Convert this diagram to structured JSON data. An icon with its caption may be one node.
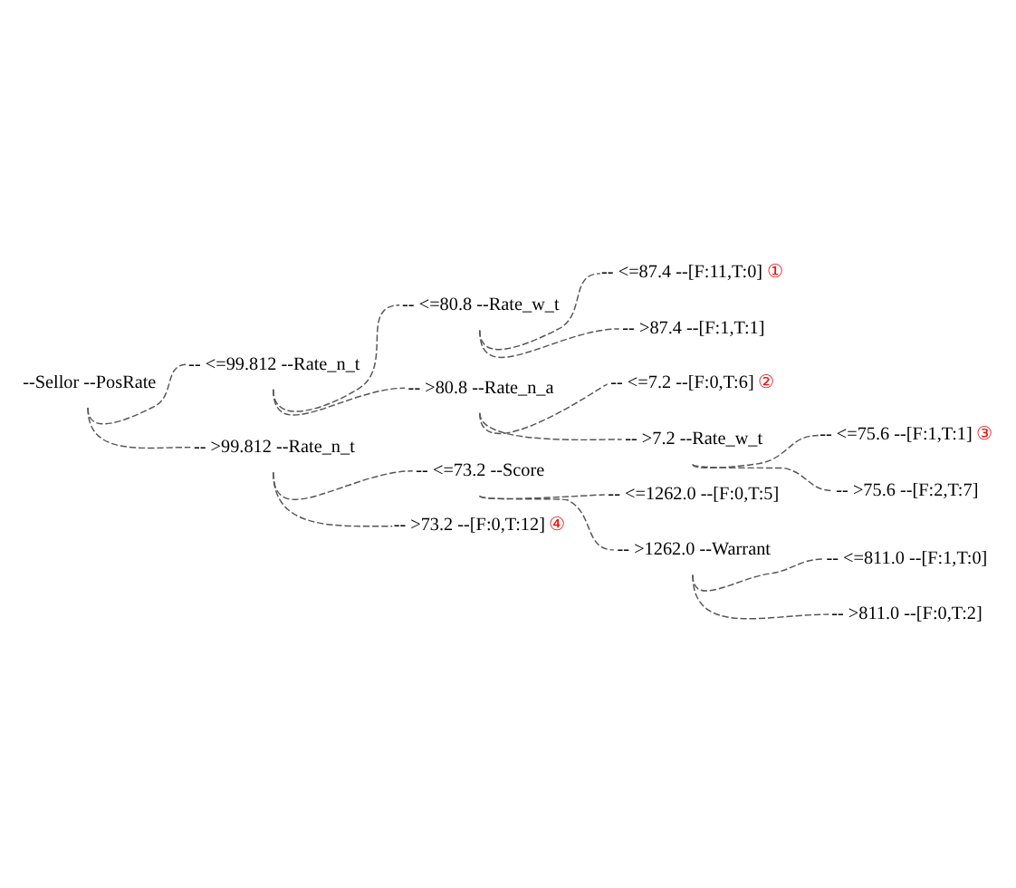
{
  "diagram": {
    "nodes": [
      {
        "text": [
          "--Sellor --PosRate"
        ]
      },
      {
        "text": [
          "-- <=99.812 --Rate_n_t"
        ]
      },
      {
        "text": [
          "-- <=80.8 --Rate_w_t"
        ]
      },
      {
        "text": [
          "-- <=87.4 --[F:11,T:0]"
        ],
        "beside": [
          "①"
        ]
      },
      {
        "text": [
          "-- >87.4 --[F:1,T:1]"
        ]
      },
      {
        "text": [
          "-- >80.8 --Rate_n_a"
        ]
      },
      {
        "text": [
          "-- <=7.2 --[F:0,T:6]"
        ],
        "beside": [
          "②"
        ]
      },
      {
        "text": [
          "-- >7.2 --Rate_w_t"
        ]
      },
      {
        "text": [
          "-- <=75.6 --[F:1,T:1]"
        ],
        "beside": [
          "③"
        ]
      },
      {
        "text": [
          "-- >75.6 --[F:2,T:7]"
        ]
      },
      {
        "text": [
          "-- >99.812 --Rate_n_t"
        ]
      },
      {
        "text": [
          "-- <=73.2 --Score"
        ]
      },
      {
        "text": [
          "-- <=1262.0 --[F:0,T:5]"
        ]
      },
      {
        "text": [
          "-- >1262.0 --Warrant"
        ]
      },
      {
        "text": [
          "-- <=811.0 --[F:1,T:0]"
        ]
      },
      {
        "text": [
          "-- >811.0 --[F:0,T:2]"
        ]
      },
      {
        "text": [
          "-- >73.2 --[F:0,T:12]"
        ],
        "beside": [
          "④"
        ]
      }
    ],
    "edges": [
      {
        "from": 0,
        "to": 1,
        "arrow": "none",
        "style": "dashed"
      },
      {
        "from": 1,
        "to": 2,
        "arrow": "none",
        "style": "dashed"
      },
      {
        "from": 2,
        "to": 3,
        "arrow": "none",
        "style": "dashed"
      },
      {
        "from": 2,
        "to": 4,
        "arrow": "none",
        "style": "dashed"
      },
      {
        "from": 1,
        "to": 5,
        "arrow": "none",
        "style": "dashed"
      },
      {
        "from": 5,
        "to": 6,
        "arrow": "none",
        "style": "dashed"
      },
      {
        "from": 5,
        "to": 7,
        "arrow": "none",
        "style": "dashed"
      },
      {
        "from": 7,
        "to": 8,
        "arrow": "none",
        "style": "dashed"
      },
      {
        "from": 7,
        "to": 9,
        "arrow": "none",
        "style": "dashed"
      },
      {
        "from": 0,
        "to": 10,
        "arrow": "none",
        "style": "dashed"
      },
      {
        "from": 10,
        "to": 11,
        "arrow": "none",
        "style": "dashed"
      },
      {
        "from": 11,
        "to": 12,
        "arrow": "none",
        "style": "dashed"
      },
      {
        "from": 11,
        "to": 13,
        "arrow": "none",
        "style": "dashed"
      },
      {
        "from": 13,
        "to": 14,
        "arrow": "none",
        "style": "dashed"
      },
      {
        "from": 13,
        "to": 15,
        "arrow": "none",
        "style": "dashed"
      },
      {
        "from": 10,
        "to": 16,
        "arrow": "none",
        "style": "dashed"
      }
    ]
  }
}
